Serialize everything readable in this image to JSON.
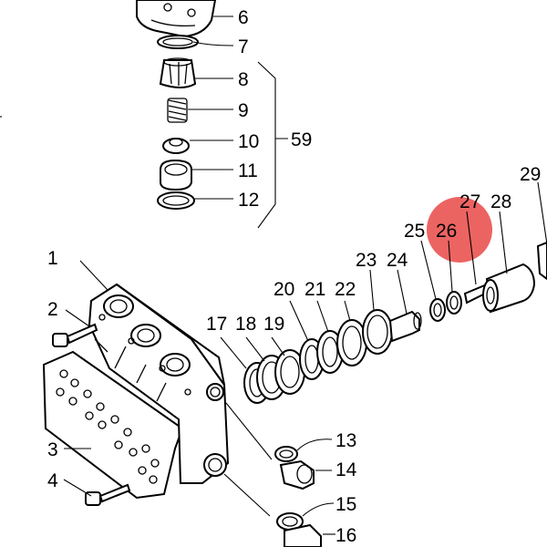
{
  "diagram": {
    "highlight_color": "#e8423f",
    "highlighted_part": "26",
    "part_numbers": [
      "6",
      "7",
      "8",
      "9",
      "10",
      "11",
      "12",
      "59",
      "29",
      "27",
      "28",
      "25",
      "26",
      "23",
      "24",
      "1",
      "20",
      "21",
      "22",
      "2",
      "17",
      "18",
      "19",
      "3",
      "13",
      "14",
      "4",
      "15",
      "16"
    ]
  }
}
